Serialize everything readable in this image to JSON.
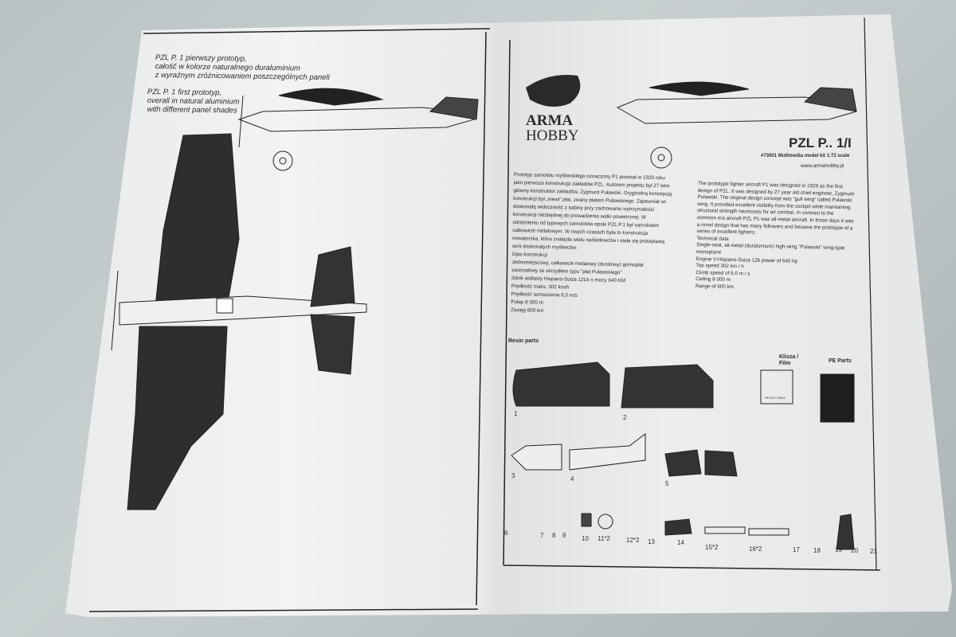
{
  "left_page": {
    "caption_pl": [
      "PZL P. 1 pierwszy prototyp,",
      "całość w kolorze naturalnego duraluminium",
      "z wyraźnym zróżnicowaniem poszczególnych paneli"
    ],
    "caption_en": [
      "PZL P. 1 first prototyp,",
      "overall in natural aluminium",
      "with different panel shades"
    ]
  },
  "right_page": {
    "logo": {
      "line1": "ARMA",
      "line2": "HOBBY"
    },
    "title": "PZL P.. 1/I",
    "subtitle": "#73001 Multimedia model kit 1:72 scale",
    "website": "www.armahobby.pl",
    "text_pl": [
      "Prototyp samolotu myśliwskiego oznaczony P1 powstał w 1929 roku",
      "jako pierwsza konstrukcja zakładów PZL. Autorem projektu był 27 letni",
      "główny konstruktor zakładów, Zygmunt Puławski. Oryginalną koncepcją",
      "konstrukcji był „mewi” płat, zwany płatem  Puławskiego. Zapewniał on",
      "doskonałą widoczność z kabiny przy zachowaniu wytrzymałości",
      "konstrukcji niezbędnej do prowadzenia walki powietrznej. W",
      "odróżnieniu od typowych samolotów epoki PZL P.1 był samolotem",
      "całkowicie metalowym. W owych czasach była to konstrukcja",
      "nowatorska, która znalazła wielu naśladowców i stała się protoplastą",
      "serii doskonałych myśliwców.",
      "Opis konstrukcji",
      "Jednomiejscowy, całkowicie metalowy (duralowy) górnopłat",
      "zastrzałowy ze skrzydłem typu \"płat Puławskiego\"",
      "Silnik widlasty Hispano-Suiza 12Lb o mocy 640 KM",
      "Prędkość maks. 302 km/h",
      "Prędkość wznoszenia 6,0 m/s",
      "Pułap 8 000 m",
      "Zasięg          600 km"
    ],
    "text_en": [
      "The prototype fighter aircraft P1 was designed in 1929 as the first",
      "design of PZL. It was designed by 27 year old chief engineer, Zygmunt",
      "Pulawski. The original design concept was \"gull wing\" called Pulawski",
      "wing. It provided excellent visibility from the cockpit while maintaining",
      "structural strength necessary for air combat. In contrast to the",
      "common era aircraft PZL P1 was all-metal aircraft. In those days it was",
      "a novel design that has many followers and became the prototype of a",
      "series of excellent fighters.",
      "Technical data",
      "Single-seat, all-metal (duralumium) high-wing \"Pulawski\" wing-type",
      "monoplane",
      "Engine V-Hispano-Suiza 12b power of 640 hp",
      "Top speed 302 km / h",
      "Climb speed of 6.0 m / s",
      "Ceiling 8 000 m",
      "Range of 600 km"
    ],
    "resin_label": "Resin parts",
    "film_label": [
      "Klisza /",
      "Film"
    ],
    "film_code": "PE.PLF.73001",
    "pe_label": "PE Parts",
    "part_numbers": [
      "1",
      "2",
      "3",
      "4",
      "5",
      "6",
      "7",
      "8",
      "9",
      "10",
      "11*2",
      "12*2",
      "13",
      "14",
      "15*2",
      "16*2",
      "17",
      "18",
      "19",
      "20",
      "21"
    ]
  }
}
